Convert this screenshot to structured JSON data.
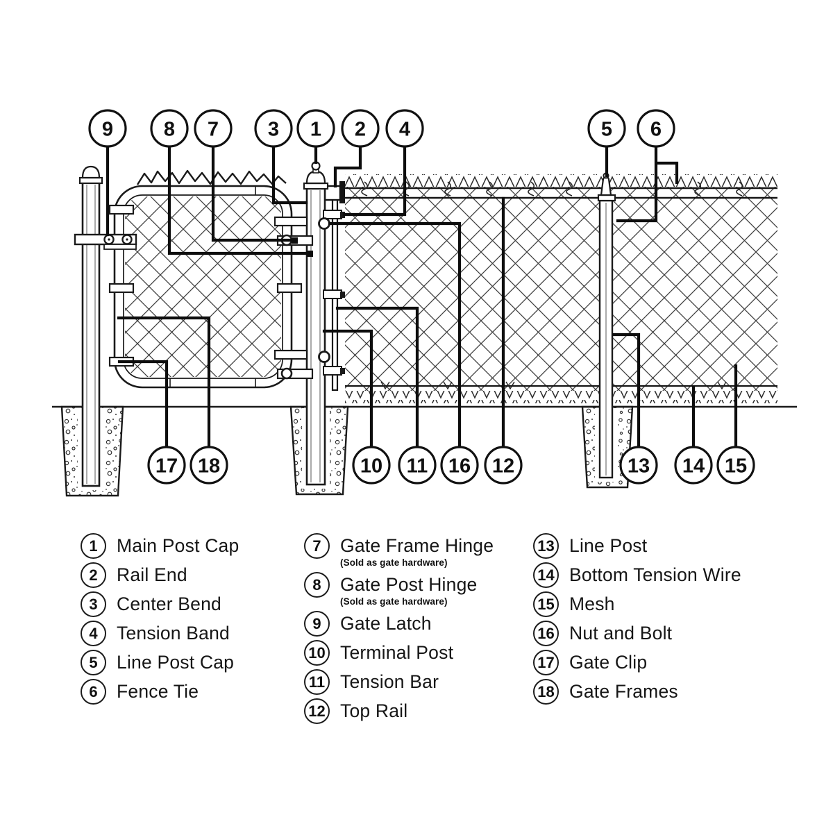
{
  "callouts": {
    "top_row": [
      "9",
      "8",
      "7",
      "3",
      "1",
      "2",
      "4",
      "5",
      "6"
    ],
    "bottom_row": [
      "17",
      "18",
      "10",
      "11",
      "16",
      "12",
      "13",
      "14",
      "15"
    ]
  },
  "legend": {
    "columns": [
      {
        "items": [
          {
            "num": "1",
            "label": "Main Post Cap"
          },
          {
            "num": "2",
            "label": "Rail End"
          },
          {
            "num": "3",
            "label": "Center Bend"
          },
          {
            "num": "4",
            "label": "Tension Band"
          },
          {
            "num": "5",
            "label": "Line Post Cap"
          },
          {
            "num": "6",
            "label": "Fence Tie"
          }
        ]
      },
      {
        "items": [
          {
            "num": "7",
            "label": "Gate Frame Hinge",
            "note": "(Sold as gate hardware)"
          },
          {
            "num": "8",
            "label": "Gate Post Hinge",
            "note": "(Sold as gate hardware)"
          },
          {
            "num": "9",
            "label": "Gate Latch"
          },
          {
            "num": "10",
            "label": "Terminal Post"
          },
          {
            "num": "11",
            "label": "Tension Bar"
          },
          {
            "num": "12",
            "label": "Top Rail"
          }
        ]
      },
      {
        "items": [
          {
            "num": "13",
            "label": "Line Post"
          },
          {
            "num": "14",
            "label": "Bottom Tension Wire"
          },
          {
            "num": "15",
            "label": "Mesh"
          },
          {
            "num": "16",
            "label": "Nut and Bolt"
          },
          {
            "num": "17",
            "label": "Gate Clip"
          },
          {
            "num": "18",
            "label": "Gate Frames"
          }
        ]
      }
    ]
  },
  "colors": {
    "background": "#ffffff",
    "line": "#111111",
    "mesh": "#3f3f3f"
  }
}
